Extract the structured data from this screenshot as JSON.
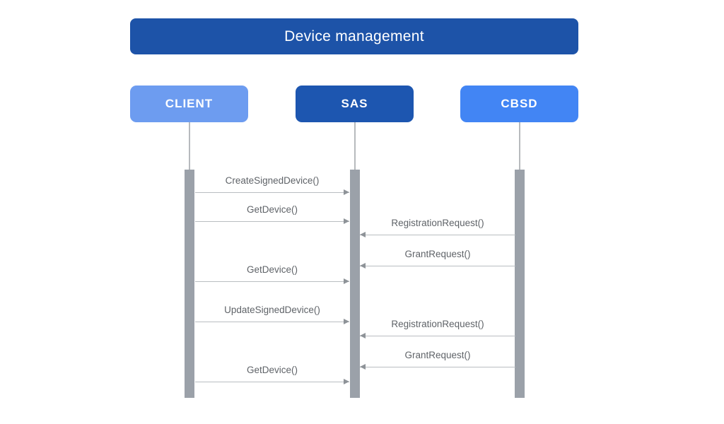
{
  "diagram": {
    "title": "Device management",
    "type": "sequence"
  },
  "actors": [
    {
      "name": "CLIENT",
      "color": "#6d9cf0"
    },
    {
      "name": "SAS",
      "color": "#1d56b0"
    },
    {
      "name": "CBSD",
      "color": "#4285f4"
    }
  ],
  "messages": [
    {
      "label": "CreateSignedDevice()",
      "from": "CLIENT",
      "to": "SAS",
      "direction": "right"
    },
    {
      "label": "GetDevice()",
      "from": "CLIENT",
      "to": "SAS",
      "direction": "right"
    },
    {
      "label": "RegistrationRequest()",
      "from": "CBSD",
      "to": "SAS",
      "direction": "left"
    },
    {
      "label": "GrantRequest()",
      "from": "CBSD",
      "to": "SAS",
      "direction": "left"
    },
    {
      "label": "GetDevice()",
      "from": "CLIENT",
      "to": "SAS",
      "direction": "right"
    },
    {
      "label": "UpdateSignedDevice()",
      "from": "CLIENT",
      "to": "SAS",
      "direction": "right"
    },
    {
      "label": "RegistrationRequest()",
      "from": "CBSD",
      "to": "SAS",
      "direction": "left"
    },
    {
      "label": "GrantRequest()",
      "from": "CBSD",
      "to": "SAS",
      "direction": "left"
    },
    {
      "label": "GetDevice()",
      "from": "CLIENT",
      "to": "SAS",
      "direction": "right"
    }
  ],
  "colors": {
    "title_bg": "#1d53a8",
    "client_bg": "#6d9cf0",
    "sas_bg": "#1d56b0",
    "cbsd_bg": "#4285f4",
    "activation_bar": "#9ba1a9",
    "arrow_line": "#b9bdc1",
    "arrow_head": "#8e9398",
    "message_text": "#5f6368"
  }
}
